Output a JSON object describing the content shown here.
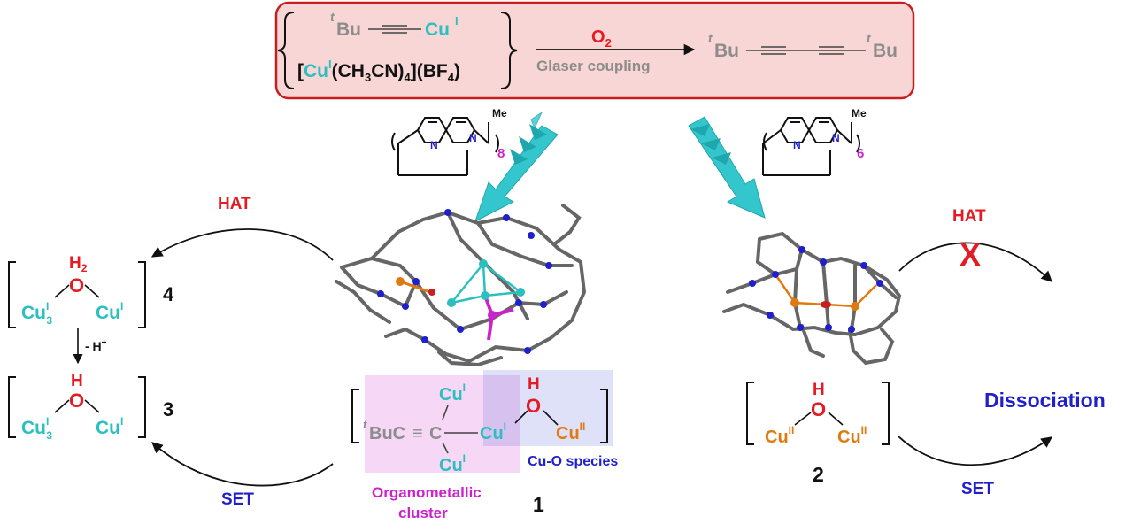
{
  "colors": {
    "red": "#e31b23",
    "blue": "#1f1fcc",
    "cyan": "#2bbfbf",
    "orange": "#e07a10",
    "magenta": "#cc22cc",
    "gray": "#8c8c8c",
    "box_fill": "#f9d6d6",
    "box_stroke": "#c81e1e",
    "arrow_cyan": "#33c6cc"
  },
  "top_box": {
    "row1": {
      "prefix_sup": "t",
      "bu": "Bu",
      "triple_bond": "≡",
      "cu": "Cu",
      "cu_sup": "I"
    },
    "row2": {
      "bracket_open": "[",
      "cu": "Cu",
      "cu_sup": "I",
      "ligand": "(CH",
      "sub3": "3",
      "cn": "CN)",
      "sub4": "4",
      "close": "](BF",
      "sub_bf4": "4",
      "end": ")"
    },
    "arrow_top_label": "O",
    "arrow_top_sub": "2",
    "arrow_bottom_label": "Glaser coupling",
    "product": {
      "t1": "t",
      "bu1": "Bu",
      "t2": "t",
      "bu2": "Bu"
    }
  },
  "ligand_left": {
    "methyl": "Me",
    "n1": "N",
    "n2": "N",
    "count": "8"
  },
  "ligand_right": {
    "methyl": "Me",
    "n1": "N",
    "n2": "N",
    "count": "6"
  },
  "left_cycle": {
    "hat_label": "HAT",
    "set_label": "SET",
    "species4": {
      "o": "O",
      "h2": "H",
      "h2_sub": "2",
      "cu_left": "Cu",
      "cu_left_sup": "I",
      "cu_left_sub": "3",
      "cu_right": "Cu",
      "cu_right_sup": "I",
      "number": "4"
    },
    "deprotonation": {
      "text": "- H",
      "sup": "+"
    },
    "species3": {
      "o": "O",
      "h": "H",
      "cu_left": "Cu",
      "cu_left_sup": "I",
      "cu_left_sub": "3",
      "cu_right": "Cu",
      "cu_right_sup": "I",
      "number": "3"
    }
  },
  "compound1": {
    "tbu": {
      "sup": "t",
      "text": "BuC"
    },
    "triple": "≡",
    "c": "C",
    "cu_top": "Cu",
    "cu_top_sup": "I",
    "cu_bottom": "Cu",
    "cu_bottom_sup": "I",
    "cu_mid": "Cu",
    "cu_mid_sup": "I",
    "h": "H",
    "o": "O",
    "cu_ii": "Cu",
    "cu_ii_sup": "II",
    "cuo_label": "Cu-O species",
    "organometallic_line1": "Organometallic",
    "organometallic_line2": "cluster",
    "number": "1"
  },
  "compound2": {
    "h": "H",
    "o": "O",
    "cu_left": "Cu",
    "cu_left_sup": "II",
    "cu_right": "Cu",
    "cu_right_sup": "II",
    "number": "2"
  },
  "right_cycle": {
    "hat_label": "HAT",
    "x_mark": "X",
    "dissociation_label": "Dissociation",
    "set_label": "SET"
  }
}
